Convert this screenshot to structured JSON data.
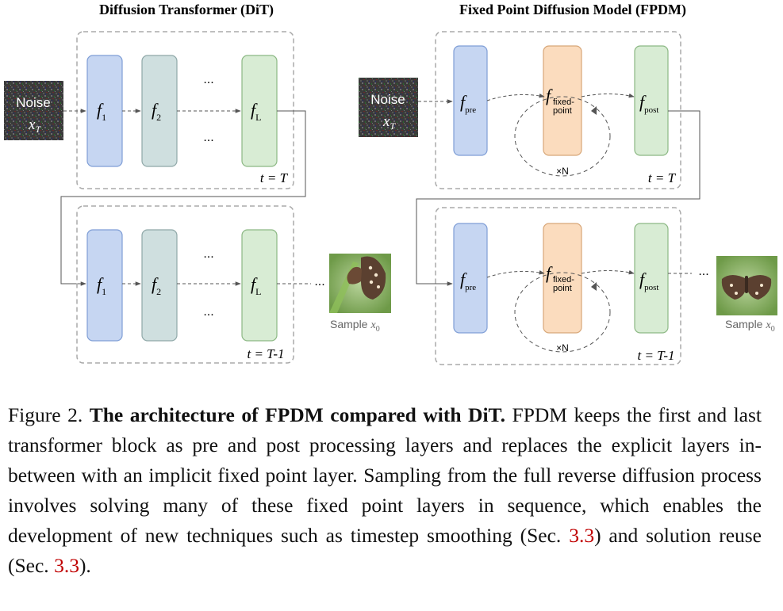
{
  "dit": {
    "title": "Diffusion Transformer (DiT)",
    "noise_label": "Noise",
    "noise_sym": "x",
    "noise_sub": "T",
    "blocks": [
      {
        "sym": "f",
        "sub": "1"
      },
      {
        "sym": "f",
        "sub": "2"
      },
      {
        "sym": "f",
        "sub": "L"
      }
    ],
    "ellipsis": "...",
    "t_top": "t = T",
    "t_bottom": "t = T-1",
    "tail": "...",
    "sample_label": "Sample",
    "sample_sym": "x",
    "sample_sub": "0"
  },
  "fpdm": {
    "title": "Fixed Point Diffusion Model (FPDM)",
    "noise_label": "Noise",
    "noise_sym": "x",
    "noise_sub": "T",
    "pre": {
      "sym": "f",
      "sub": "pre"
    },
    "fixed": {
      "sym": "f",
      "sub1": "fixed-",
      "sub2": "point"
    },
    "post": {
      "sym": "f",
      "sub": "post"
    },
    "loop": "×N",
    "t_top": "t = T",
    "t_bottom": "t = T-1",
    "tail": "...",
    "sample_label": "Sample",
    "sample_sym": "x",
    "sample_sub": "0"
  },
  "caption": {
    "prefix": "Figure 2.",
    "bold": "The architecture of FPDM compared with DiT.",
    "body1": "FPDM keeps the first and last transformer block as pre and post processing layers and replaces the explicit layers in-between with an implicit fixed point layer. Sampling from the full reverse diffusion process involves solving many of these fixed point layers in sequence, which enables the development of new techniques such as timestep smoothing (Sec.",
    "ref1": "3.3",
    "body2": ") and solution reuse (Sec.",
    "ref2": "3.3",
    "body3": ")."
  },
  "colors": {
    "blue": "#c6d6f2",
    "blue_stroke": "#7f9ed6",
    "teal": "#cfdfdf",
    "teal_stroke": "#8fa8a8",
    "green": "#d8ecd4",
    "green_stroke": "#8cb884",
    "orange": "#fbdcbe",
    "orange_stroke": "#d8a779",
    "ref": "#c00000"
  }
}
